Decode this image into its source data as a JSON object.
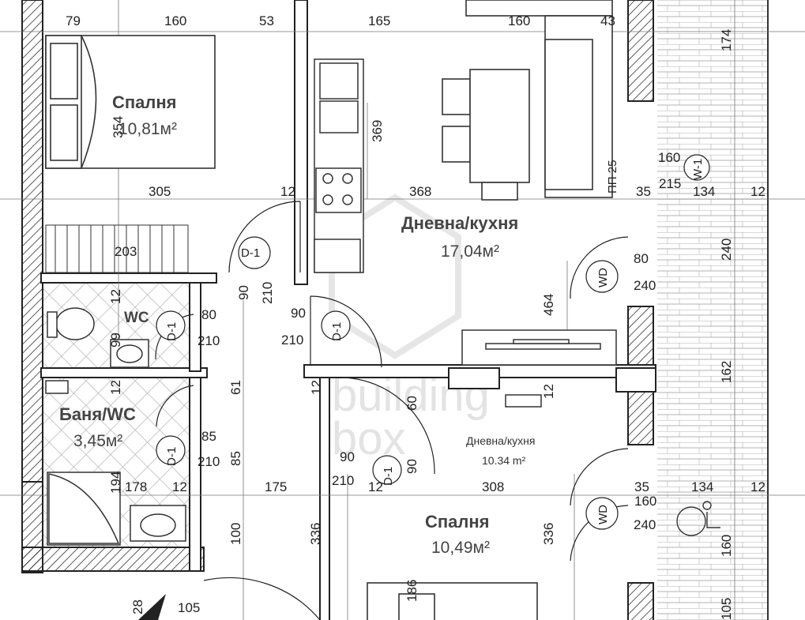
{
  "watermark": {
    "line1": "building",
    "line2": "box"
  },
  "rooms": [
    {
      "key": "bed1",
      "name": "Спалня",
      "area": "10,81м²"
    },
    {
      "key": "living",
      "name": "Дневна/кухня",
      "area": "17,04м²"
    },
    {
      "key": "bath",
      "name": "Баня/WC",
      "area": "3,45м²"
    },
    {
      "key": "wc",
      "name": "WC",
      "area": ""
    },
    {
      "key": "living2",
      "name": "Дневна/кухня",
      "area": "10.34 m²"
    },
    {
      "key": "bed2",
      "name": "Спалня",
      "area": "10,49м²"
    }
  ],
  "tags": {
    "door": "D-1",
    "window_door": "WD",
    "window": "W-1",
    "sill": "ПП 25"
  },
  "dimensions": {
    "top": [
      "79",
      "160",
      "53",
      "165",
      "160",
      "43"
    ],
    "right_col": [
      "174",
      "240",
      "162",
      "160",
      "105"
    ],
    "bed1_h": "354",
    "h305": "305",
    "h12a": "12",
    "h368": "368",
    "h160a": "160",
    "h35a": "35",
    "h215": "215",
    "h134a": "134",
    "h12b": "12",
    "k369": "369",
    "h203": "203",
    "wd_w1": "80",
    "wd_h1": "240",
    "d_w90": "90",
    "d_h210": "210",
    "h464": "464",
    "wc_h12": "12",
    "wc_w80": "80",
    "wc_210": "210",
    "wc_99": "99",
    "wc_12b": "12",
    "v61": "61",
    "d1_90b": "90",
    "d1_210b": "210",
    "bath_85": "85",
    "bath_210": "210",
    "v85": "85",
    "c12": "12",
    "c60": "60",
    "c12b": "12",
    "h194": "194",
    "h178": "178",
    "h12c": "12",
    "h175": "175",
    "d3_90": "90",
    "d3_210": "210",
    "d3_12": "12",
    "d3_90v": "90",
    "h308": "308",
    "h35b": "35",
    "h134b": "134",
    "h12d": "12",
    "wd_w2": "160",
    "wd_h2": "240",
    "v100": "100",
    "v336a": "336",
    "v336b": "336",
    "v186": "186",
    "h105": "105",
    "v28": "28"
  }
}
